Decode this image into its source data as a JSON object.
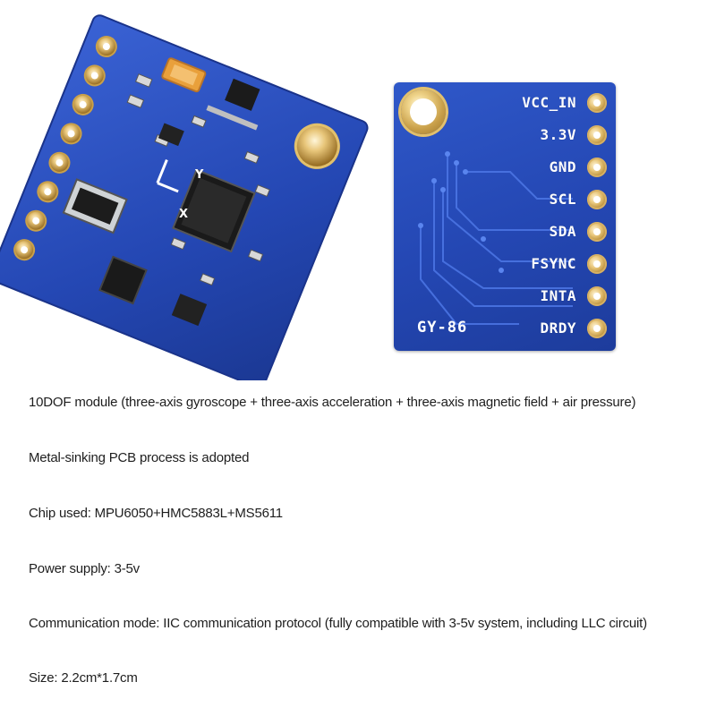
{
  "photo": {
    "board_model": "GY-86",
    "pins": [
      "VCC_IN",
      "3.3V",
      "GND",
      "SCL",
      "SDA",
      "FSYNC",
      "INTA",
      "DRDY"
    ],
    "axis_labels": {
      "y": "Y",
      "x": "X"
    },
    "colors": {
      "pcb_blue": "#2447b3",
      "pad_gold": "#d6b064",
      "ink": "#ffffff"
    }
  },
  "specs": [
    "10DOF module (three-axis gyroscope + three-axis acceleration + three-axis magnetic field + air pressure)",
    "Metal-sinking PCB process is adopted",
    "Chip used: MPU6050+HMC5883L+MS5611",
    "Power supply: 3-5v",
    "Communication mode: IIC communication protocol (fully compatible with 3-5v system, including LLC circuit)",
    "Size: 2.2cm*1.7cm"
  ]
}
